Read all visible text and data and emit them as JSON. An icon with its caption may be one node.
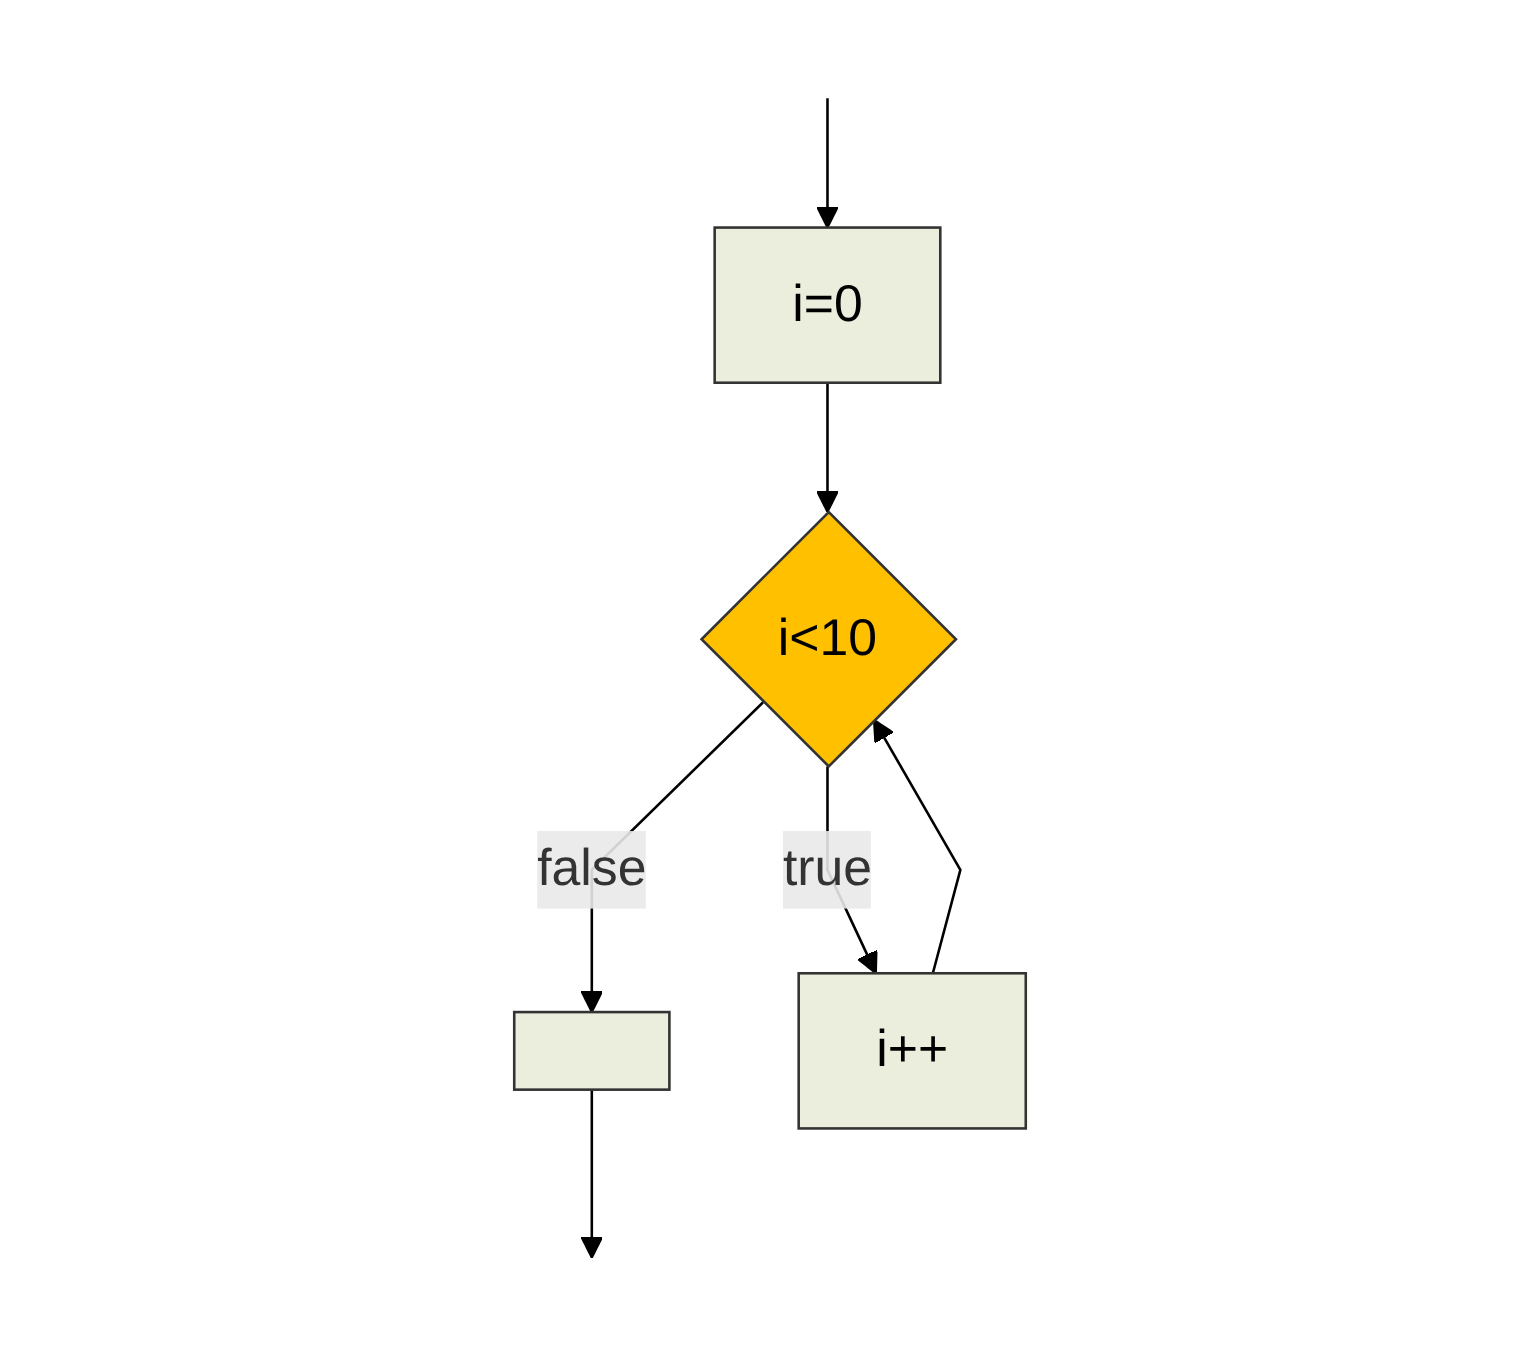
{
  "diagram": {
    "nodes": [
      {
        "text": [
          "i=0"
        ]
      },
      {
        "text": [
          "i<10"
        ]
      },
      {
        "text": [],
        "shape": "box"
      },
      {
        "text": [
          "i++"
        ]
      }
    ],
    "edges": [
      {
        "from": null,
        "to": 0,
        "arrow": "to"
      },
      {
        "from": 0,
        "to": 1,
        "arrow": "to"
      },
      {
        "from": 1,
        "to": 2,
        "label": "false",
        "arrow": "to"
      },
      {
        "from": 1,
        "to": 3,
        "label": "true",
        "arrow": "to"
      },
      {
        "from": 3,
        "to": 1,
        "arrow": "to"
      },
      {
        "from": 2,
        "to": null,
        "arrow": "to"
      }
    ]
  }
}
